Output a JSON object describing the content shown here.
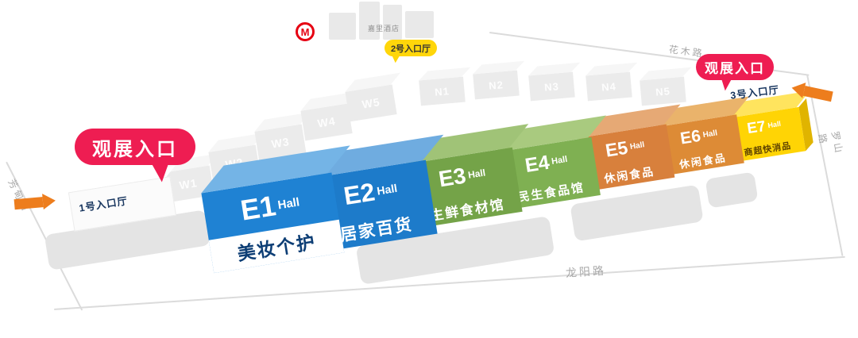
{
  "halls": [
    {
      "id": "E1",
      "suffix": "Hall",
      "name": "美妆个护",
      "front": "#1f82d3",
      "top": "#74b4e6",
      "name_color": "#0d3e75",
      "name_bg": "#ffffff"
    },
    {
      "id": "E2",
      "suffix": "Hall",
      "name": "居家百货",
      "front": "#1d7bca",
      "top": "#6face0",
      "name_color": "#ffffff"
    },
    {
      "id": "E3",
      "suffix": "Hall",
      "name": "生鲜食材馆",
      "front": "#74a348",
      "top": "#a0c377",
      "name_color": "#ffffff"
    },
    {
      "id": "E4",
      "suffix": "Hall",
      "name": "民生食品馆",
      "front": "#7fb052",
      "top": "#a9ca7f",
      "name_color": "#ffffff"
    },
    {
      "id": "E5",
      "suffix": "Hall",
      "name": "休闲食品",
      "front": "#d8803c",
      "top": "#e6a975",
      "name_color": "#ffffff"
    },
    {
      "id": "E6",
      "suffix": "Hall",
      "name": "休闲食品",
      "front": "#dd8b36",
      "top": "#eab36b",
      "name_color": "#ffffff"
    },
    {
      "id": "E7",
      "suffix": "Hall",
      "name": "商超快消品",
      "front": "#ffd405",
      "top": "#ffe45e",
      "side": "#e0b400",
      "name_color": "#5f4300"
    }
  ],
  "west_halls": {
    "items": [
      "W1",
      "W2",
      "W3",
      "W4",
      "W5"
    ]
  },
  "north_halls": {
    "items": [
      "N1",
      "N2",
      "N3",
      "N4",
      "N5"
    ]
  },
  "labels": {
    "entrance_badge_left": "观展入口",
    "entrance_badge_right": "观展入口",
    "entrance_hall_1": "1号入口厅",
    "entrance_hall_2": "2号入口厅",
    "entrance_hall_3": "3号入口厅",
    "hotel": "嘉里酒店",
    "metro": "M"
  },
  "roads": {
    "south": "龙阳路",
    "west": "芳甸路",
    "east": "罗山路",
    "north": "花木路"
  },
  "colors": {
    "badge_pink": "#ee1d52",
    "badge_yellow": "#ffd60a",
    "arrow_orange": "#ed7d1d",
    "metro_red": "#e60012"
  }
}
